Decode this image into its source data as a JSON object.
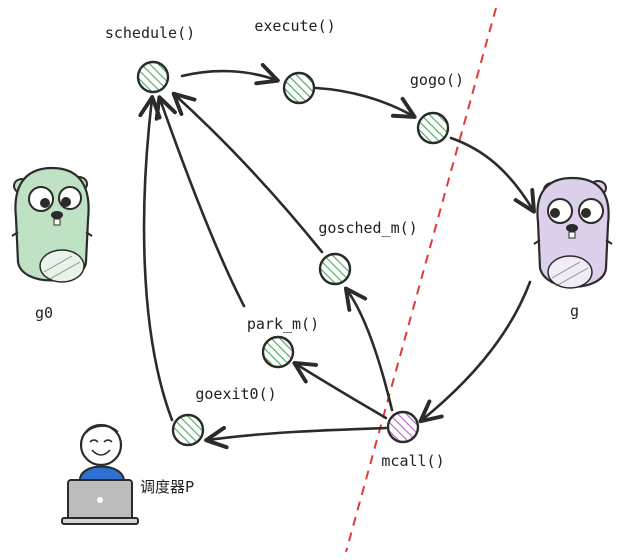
{
  "colors": {
    "green_hatch": "#49a85b",
    "pink_hatch": "#b165c6",
    "divider": "#e03a3a",
    "gopher_green_body": "#bfe1c4",
    "gopher_purple_body": "#ddd0ea",
    "outline": "#2b2b2b",
    "person_shirt": "#2f6fcf"
  },
  "nodes": {
    "schedule": "schedule()",
    "execute": "execute()",
    "gogo": "gogo()",
    "gosched_m": "gosched_m()",
    "park_m": "park_m()",
    "goexit0": "goexit0()",
    "mcall": "mcall()"
  },
  "gophers": {
    "left": {
      "label": "g0",
      "icon": "gopher-green-icon"
    },
    "right": {
      "label": "g",
      "icon": "gopher-purple-icon"
    }
  },
  "scheduler": {
    "label": "调度器P",
    "icon": "person-laptop-icon"
  }
}
